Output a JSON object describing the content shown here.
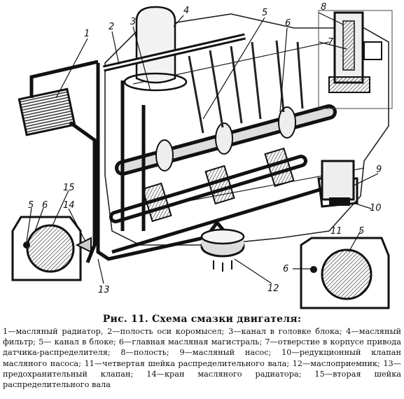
{
  "figure": {
    "title": "Рис. 11. Схема смазки двигателя:",
    "legend": "1—масляный радиатор, 2—полость оси коромысел; 3—канал в головке блока; 4—масляный фильтр; 5— канал в блоке; 6—главная масляная магистраль; 7—отверстие в корпусе привода датчика-распределителя; 8—полость; 9—масляный насос; 10—редукционный клапан масляного насоса; 11—четвертая шейка распределительного вала; 12—маслоприемник; 13—предохранительный клапан; 14—кран масляного радиатора; 15—вторая шейка распределительного вала"
  },
  "callouts": [
    "1",
    "2",
    "3",
    "4",
    "5",
    "6",
    "7",
    "8",
    "9",
    "10",
    "11",
    "12",
    "13",
    "14",
    "15",
    "5",
    "6",
    "6",
    "5"
  ]
}
